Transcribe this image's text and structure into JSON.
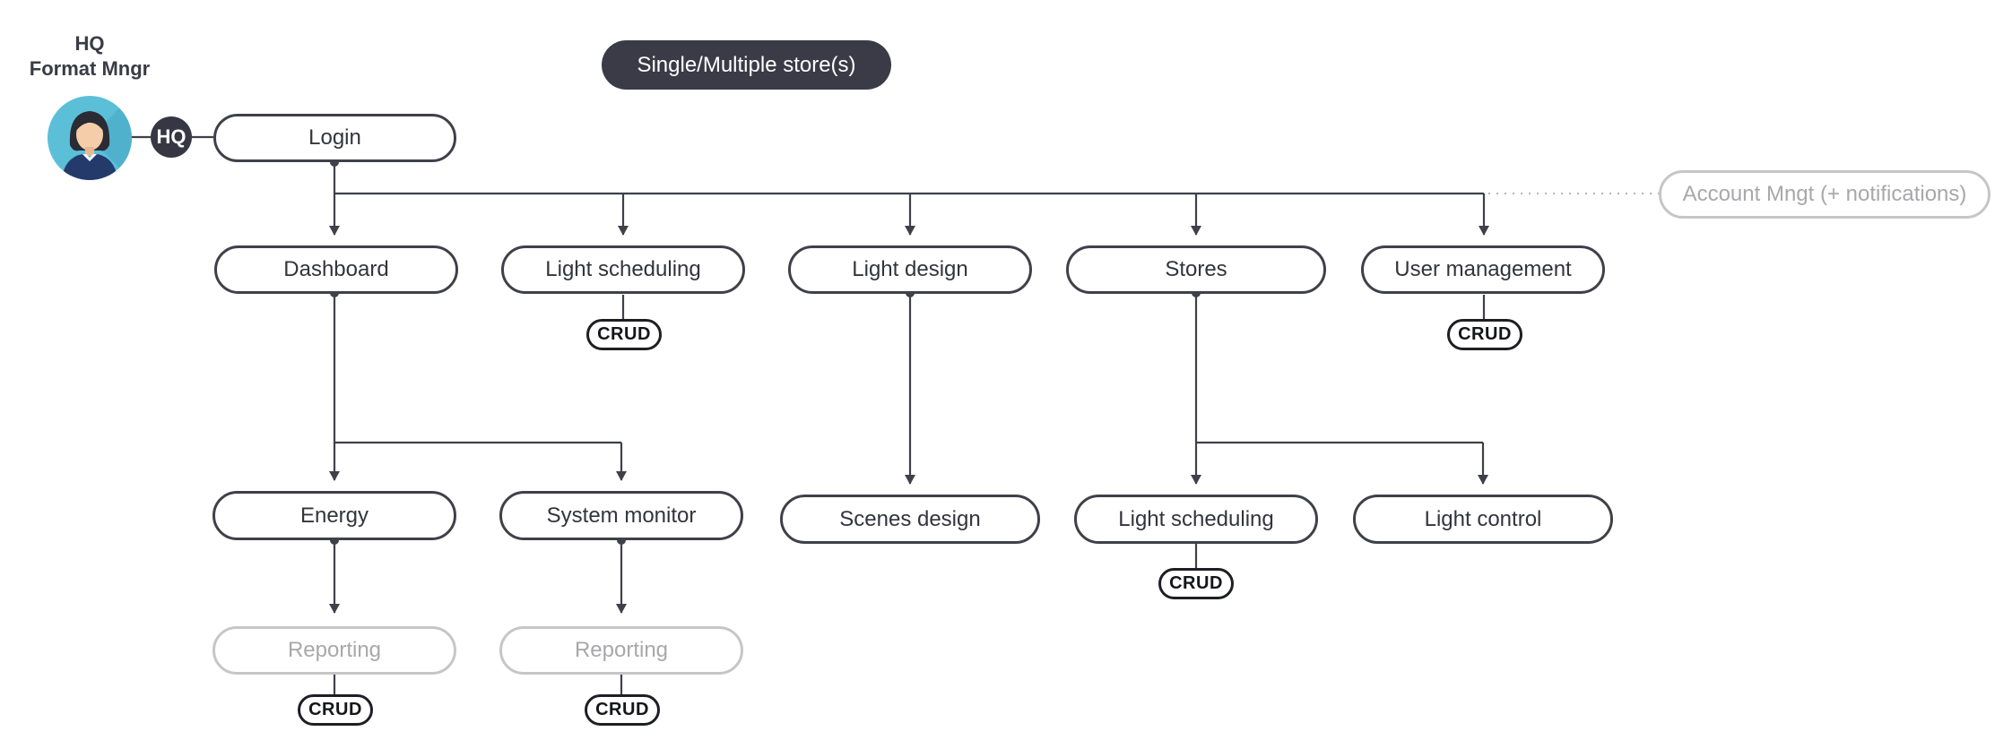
{
  "user": {
    "role_line1": "HQ",
    "role_line2": "Format Mngr",
    "badge": "HQ",
    "avatar_icon": "person-avatar-icon"
  },
  "banner": "Single/Multiple store(s)",
  "nodes": {
    "login": "Login",
    "dashboard": "Dashboard",
    "light_scheduling": "Light scheduling",
    "light_design": "Light design",
    "stores": "Stores",
    "user_management": "User management",
    "account_mngt": "Account Mngt (+ notifications)",
    "energy": "Energy",
    "system_monitor": "System monitor",
    "scenes_design": "Scenes design",
    "store_light_scheduling": "Light scheduling",
    "light_control": "Light control",
    "energy_reporting": "Reporting",
    "monitor_reporting": "Reporting"
  },
  "crud_label": "CRUD",
  "colors": {
    "node_border": "#3f4049",
    "muted": "#c6c6c8",
    "banner_bg": "#3a3b47",
    "avatar_bg": "#5bbfd8"
  }
}
